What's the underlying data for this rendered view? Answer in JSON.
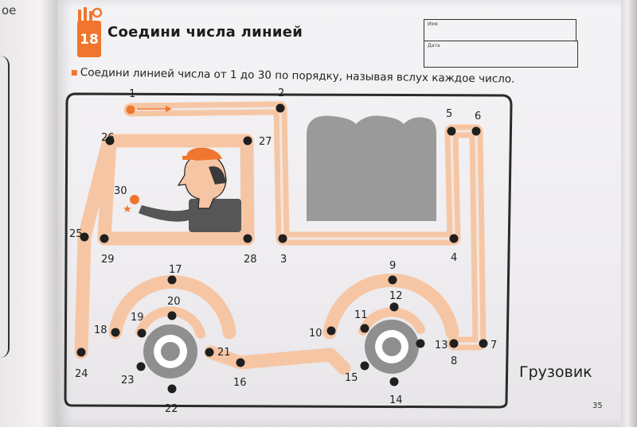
{
  "left_page": {
    "text": "ое"
  },
  "header": {
    "lesson_number": "18",
    "title": "Соедини числа линией",
    "name_label": "Имя",
    "date_label": "Дата"
  },
  "instruction": "Соедини линией числа от 1 до 30 по порядку, называя вслух каждое число.",
  "caption": "Грузовик",
  "page_number": "35",
  "colors": {
    "accent": "#f0762f",
    "path": "#f6c6a4",
    "start_dot": "#f0762f",
    "dot": "#1f1f1f",
    "cargo": "#9a9a9a",
    "wheel": "#8f8f8f",
    "frame": "#2a2a2a"
  },
  "dots": [
    {
      "label": "1"
    },
    {
      "label": "2"
    },
    {
      "label": "3"
    },
    {
      "label": "4"
    },
    {
      "label": "5"
    },
    {
      "label": "6"
    },
    {
      "label": "7"
    },
    {
      "label": "8"
    },
    {
      "label": "9"
    },
    {
      "label": "10"
    },
    {
      "label": "11"
    },
    {
      "label": "12"
    },
    {
      "label": "13"
    },
    {
      "label": "14"
    },
    {
      "label": "15"
    },
    {
      "label": "16"
    },
    {
      "label": "17"
    },
    {
      "label": "18"
    },
    {
      "label": "19"
    },
    {
      "label": "20"
    },
    {
      "label": "21"
    },
    {
      "label": "22"
    },
    {
      "label": "23"
    },
    {
      "label": "24"
    },
    {
      "label": "25"
    },
    {
      "label": "26"
    },
    {
      "label": "27"
    },
    {
      "label": "28"
    },
    {
      "label": "29"
    },
    {
      "label": "30"
    }
  ]
}
